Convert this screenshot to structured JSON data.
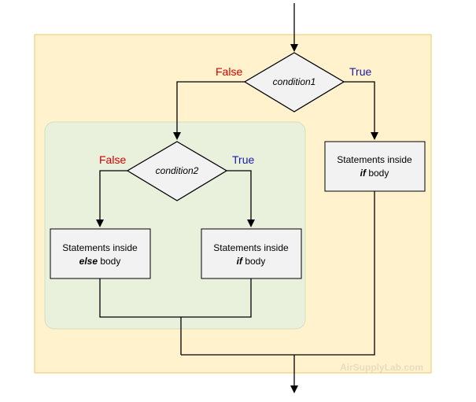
{
  "outer_condition": {
    "label": "condition1",
    "false_label": "False",
    "true_label": "True"
  },
  "inner_condition": {
    "label": "condition2",
    "false_label": "False",
    "true_label": "True"
  },
  "outer_if_box": {
    "line1": "Statements inside",
    "keyword": "if",
    "rest": " body"
  },
  "else_box": {
    "line1": "Statements inside",
    "keyword": "else",
    "rest": " body"
  },
  "inner_if_box": {
    "line1": "Statements inside",
    "keyword": "if",
    "rest": " body"
  },
  "watermark": "AirSupplyLab.com",
  "colors": {
    "outer_bg": "#fff2cc",
    "outer_border": "#f0c864",
    "inner_bg": "#e9f0dc",
    "inner_border": "#d3e0bd",
    "box_fill": "#f2f2f2",
    "false": "#d40000",
    "true": "#1a1aa6"
  }
}
